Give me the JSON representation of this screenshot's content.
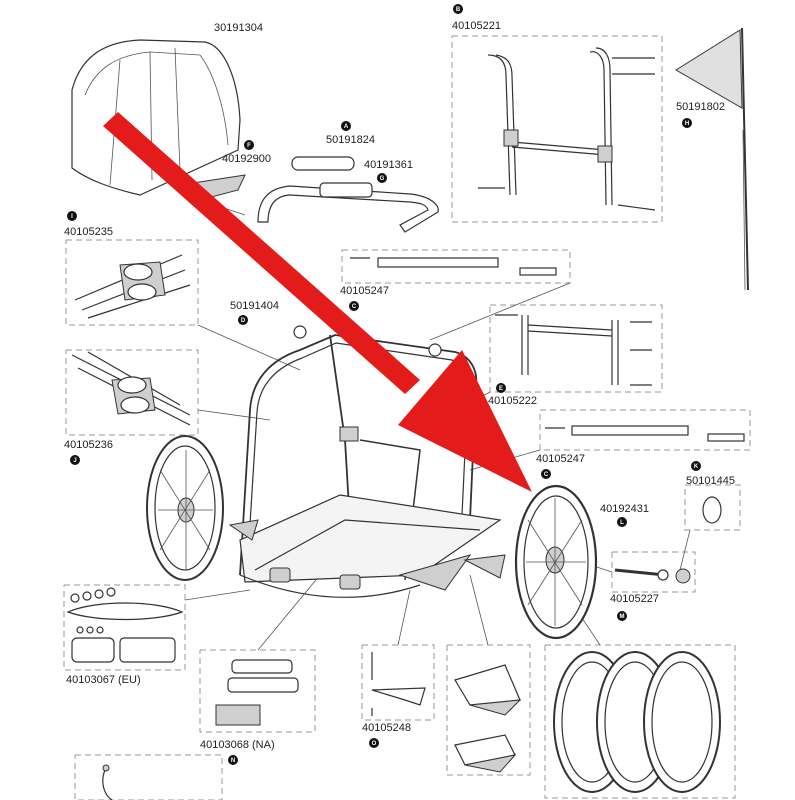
{
  "parts": [
    {
      "id": "canopy",
      "number": "30191304",
      "letter": ""
    },
    {
      "id": "grip",
      "number": "50191824",
      "letter": "A"
    },
    {
      "id": "push-bar",
      "number": "40191361",
      "letter": "G"
    },
    {
      "id": "brake-plate",
      "number": "40192900",
      "letter": "F"
    },
    {
      "id": "handle-frame",
      "number": "40105221",
      "letter": "B"
    },
    {
      "id": "flag",
      "number": "50191802",
      "letter": "H"
    },
    {
      "id": "hitch-upper",
      "number": "40105235",
      "letter": "I"
    },
    {
      "id": "axle-rod-upper",
      "number": "40105247",
      "letter": "C"
    },
    {
      "id": "cap",
      "number": "50191404",
      "letter": "D"
    },
    {
      "id": "side-frame",
      "number": "40105222",
      "letter": "E"
    },
    {
      "id": "hitch-lower",
      "number": "40105236",
      "letter": "J"
    },
    {
      "id": "axle-rod-lower",
      "number": "40105247",
      "letter": "C"
    },
    {
      "id": "hubcap",
      "number": "50101445",
      "letter": "K"
    },
    {
      "id": "wheel",
      "number": "40192431",
      "letter": "L"
    },
    {
      "id": "axle",
      "number": "40105227",
      "letter": "M"
    },
    {
      "id": "reflectors-eu",
      "number": "40103067 (EU)",
      "letter": ""
    },
    {
      "id": "reflectors-na",
      "number": "40103068 (NA)",
      "letter": "N"
    },
    {
      "id": "bracket",
      "number": "40105248",
      "letter": "O"
    }
  ],
  "colors": {
    "arrow": "#e31b1b",
    "line": "#333333",
    "badge": "#111111"
  }
}
